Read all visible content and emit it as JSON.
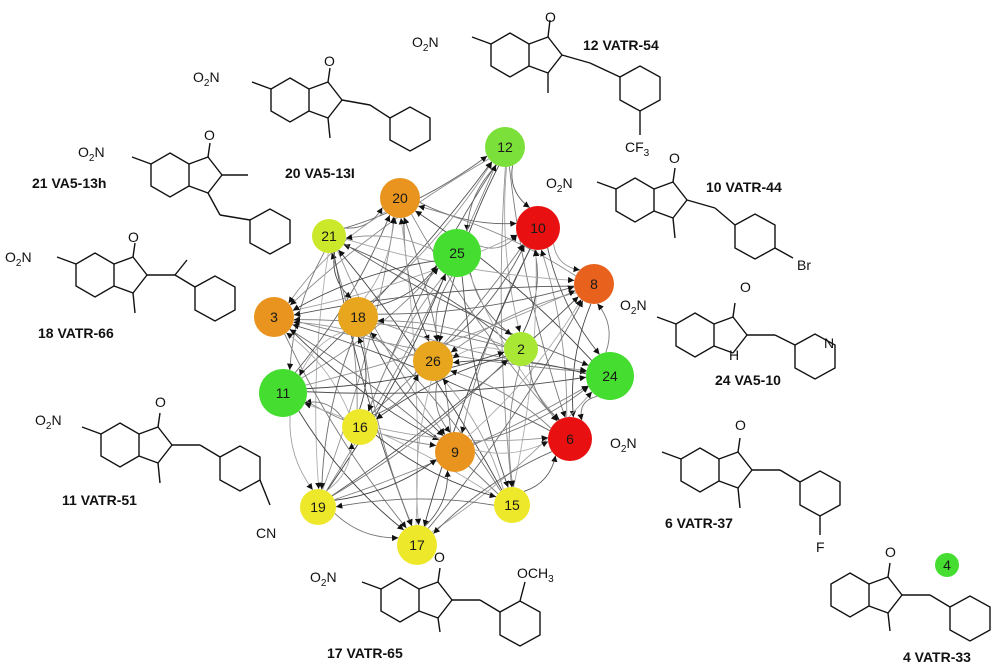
{
  "network": {
    "nodes": [
      {
        "id": "12",
        "color": "#7be03a"
      },
      {
        "id": "20",
        "color": "#e8941e"
      },
      {
        "id": "10",
        "color": "#e81010"
      },
      {
        "id": "21",
        "color": "#cce82a"
      },
      {
        "id": "25",
        "color": "#44dd30"
      },
      {
        "id": "8",
        "color": "#e8621e"
      },
      {
        "id": "3",
        "color": "#e8941e"
      },
      {
        "id": "18",
        "color": "#e8a51e"
      },
      {
        "id": "2",
        "color": "#a8e834"
      },
      {
        "id": "24",
        "color": "#44dd30"
      },
      {
        "id": "26",
        "color": "#e8a51e"
      },
      {
        "id": "11",
        "color": "#44dd30"
      },
      {
        "id": "16",
        "color": "#eee82a"
      },
      {
        "id": "9",
        "color": "#e8941e"
      },
      {
        "id": "6",
        "color": "#e81010"
      },
      {
        "id": "19",
        "color": "#eee82a"
      },
      {
        "id": "15",
        "color": "#eee82a"
      },
      {
        "id": "17",
        "color": "#eee82a"
      },
      {
        "id": "4",
        "color": "#44dd30"
      }
    ]
  },
  "compounds": [
    {
      "id": "12",
      "name": "12 VATR-54",
      "substituent": "CF3"
    },
    {
      "id": "20",
      "name": "20 VA5-13I"
    },
    {
      "id": "21",
      "name": "21 VA5-13h"
    },
    {
      "id": "10",
      "name": "10 VATR-44",
      "substituent": "Br"
    },
    {
      "id": "18",
      "name": "18 VATR-66"
    },
    {
      "id": "24",
      "name": "24 VA5-10",
      "substituent": "N"
    },
    {
      "id": "11",
      "name": "11 VATR-51",
      "substituent": "CN"
    },
    {
      "id": "6",
      "name": "6 VATR-37",
      "substituent": "F"
    },
    {
      "id": "17",
      "name": "17 VATR-65",
      "substituent": "OCH3"
    },
    {
      "id": "4",
      "name": "4 VATR-33"
    }
  ],
  "atoms": {
    "nitro_o": "O",
    "nitro_o_sub": "2",
    "nitro_n": "N",
    "carbonyl_o": "O",
    "ring_n": "N",
    "nh_h": "H",
    "cf3_base": "CF",
    "cf3_sub": "3",
    "och3": "OCH",
    "och3_sub": "3"
  }
}
